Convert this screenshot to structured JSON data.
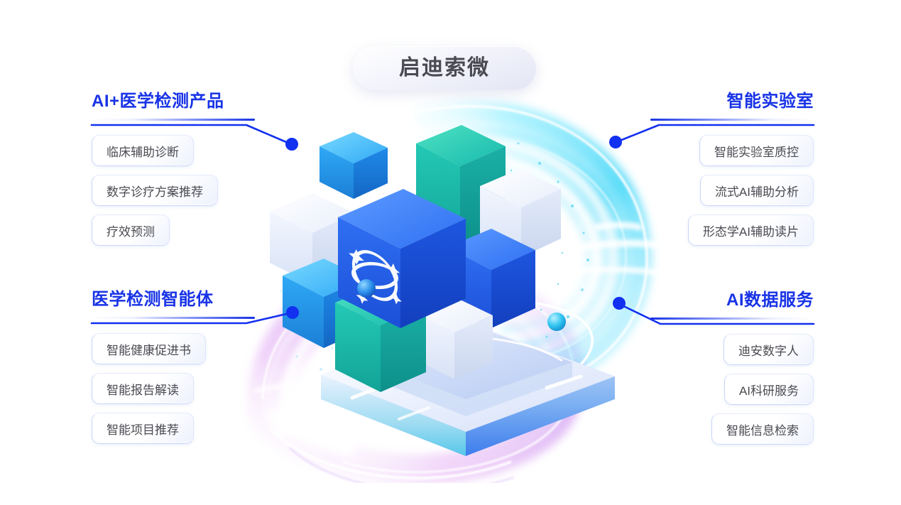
{
  "title": {
    "text": "启迪索微"
  },
  "colors": {
    "heading_blue": "#1833e6",
    "connector_blue": "#1230f0",
    "card_text": "#4a4a52",
    "cube_blue": "#2b6ff0",
    "cube_teal": "#23c8ad",
    "trail_cyan": "#3fd9f5",
    "trail_magenta": "#d58ff0",
    "background": "#ffffff"
  },
  "quadrants": {
    "top_left": {
      "heading": "AI+医学检测产品",
      "items": [
        "临床辅助诊断",
        "数字诊疗方案推荐",
        "疗效预测"
      ]
    },
    "top_right": {
      "heading": "智能实验室",
      "items": [
        "智能实验室质控",
        "流式AI辅助分析",
        "形态学AI辅助读片"
      ]
    },
    "bottom_left": {
      "heading": "医学检测智能体",
      "items": [
        "智能健康促进书",
        "智能报告解读",
        "智能项目推荐"
      ]
    },
    "bottom_right": {
      "heading": "AI数据服务",
      "items": [
        "迪安数字人",
        "AI科研服务",
        "智能信息检索"
      ]
    }
  },
  "center_graphic": {
    "description": "3D isometric cluster of cubes on a glossy pedestal with orbiting light trails",
    "center_icon": "orbit-sparkle-icon"
  }
}
